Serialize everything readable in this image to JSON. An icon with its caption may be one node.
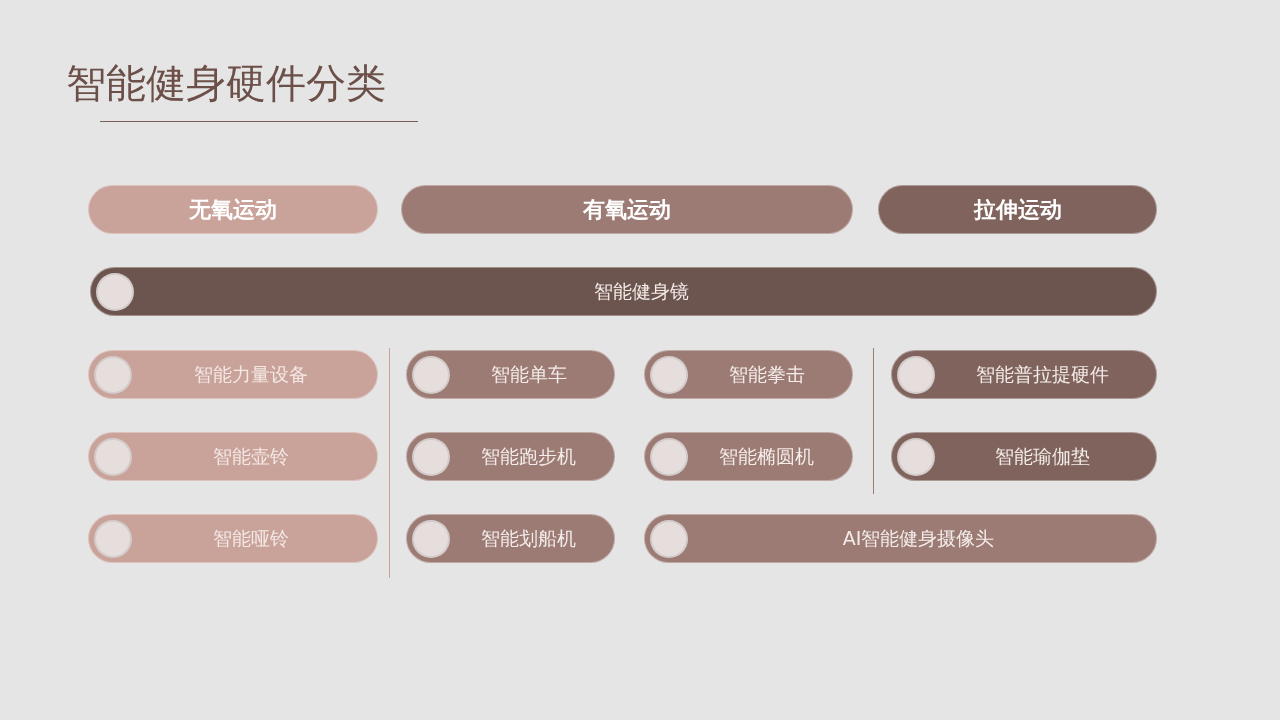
{
  "diagram": {
    "title": "智能健身硬件分类",
    "nodes": [
      {
        "text": [
          "无氧运动"
        ]
      },
      {
        "text": [
          "有氧运动"
        ]
      },
      {
        "text": [
          "拉伸运动"
        ]
      },
      {
        "text": [
          "智能健身镜"
        ]
      },
      {
        "text": [
          "智能力量设备"
        ]
      },
      {
        "text": [
          "智能壶铃"
        ]
      },
      {
        "text": [
          "智能哑铃"
        ]
      },
      {
        "text": [
          "智能单车"
        ]
      },
      {
        "text": [
          "智能跑步机"
        ]
      },
      {
        "text": [
          "智能划船机"
        ]
      },
      {
        "text": [
          "智能拳击"
        ]
      },
      {
        "text": [
          "智能椭圆机"
        ]
      },
      {
        "text": [
          "AI智能健身摄像头"
        ]
      },
      {
        "text": [
          "智能普拉提硬件"
        ]
      },
      {
        "text": [
          "智能瑜伽垫"
        ]
      }
    ],
    "edges": []
  }
}
